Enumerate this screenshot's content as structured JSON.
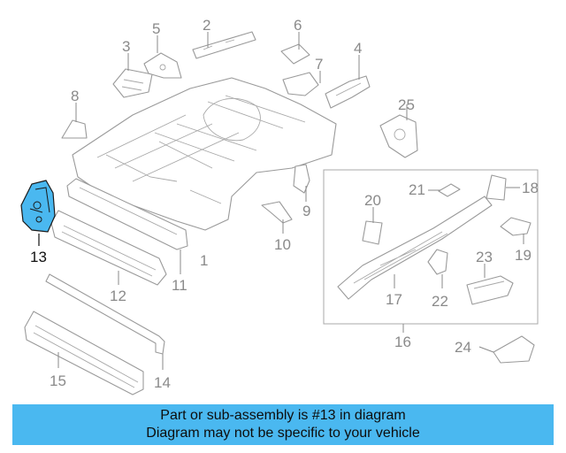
{
  "callouts": {
    "c1": "1",
    "c2": "2",
    "c3": "3",
    "c4": "4",
    "c5": "5",
    "c6": "6",
    "c7": "7",
    "c8": "8",
    "c9": "9",
    "c10": "10",
    "c11": "11",
    "c12": "12",
    "c13": "13",
    "c14": "14",
    "c15": "15",
    "c16": "16",
    "c17": "17",
    "c18": "18",
    "c19": "19",
    "c20": "20",
    "c21": "21",
    "c22": "22",
    "c23": "23",
    "c24": "24",
    "c25": "25"
  },
  "highlight_part": "13",
  "colors": {
    "highlight": "#4ab8f0",
    "callout": "#8a8a8a",
    "outline": "#9a9a9a"
  },
  "caption": {
    "line1": "Part or sub-assembly is #13 in diagram",
    "line2": "Diagram may not be specific to your vehicle"
  }
}
